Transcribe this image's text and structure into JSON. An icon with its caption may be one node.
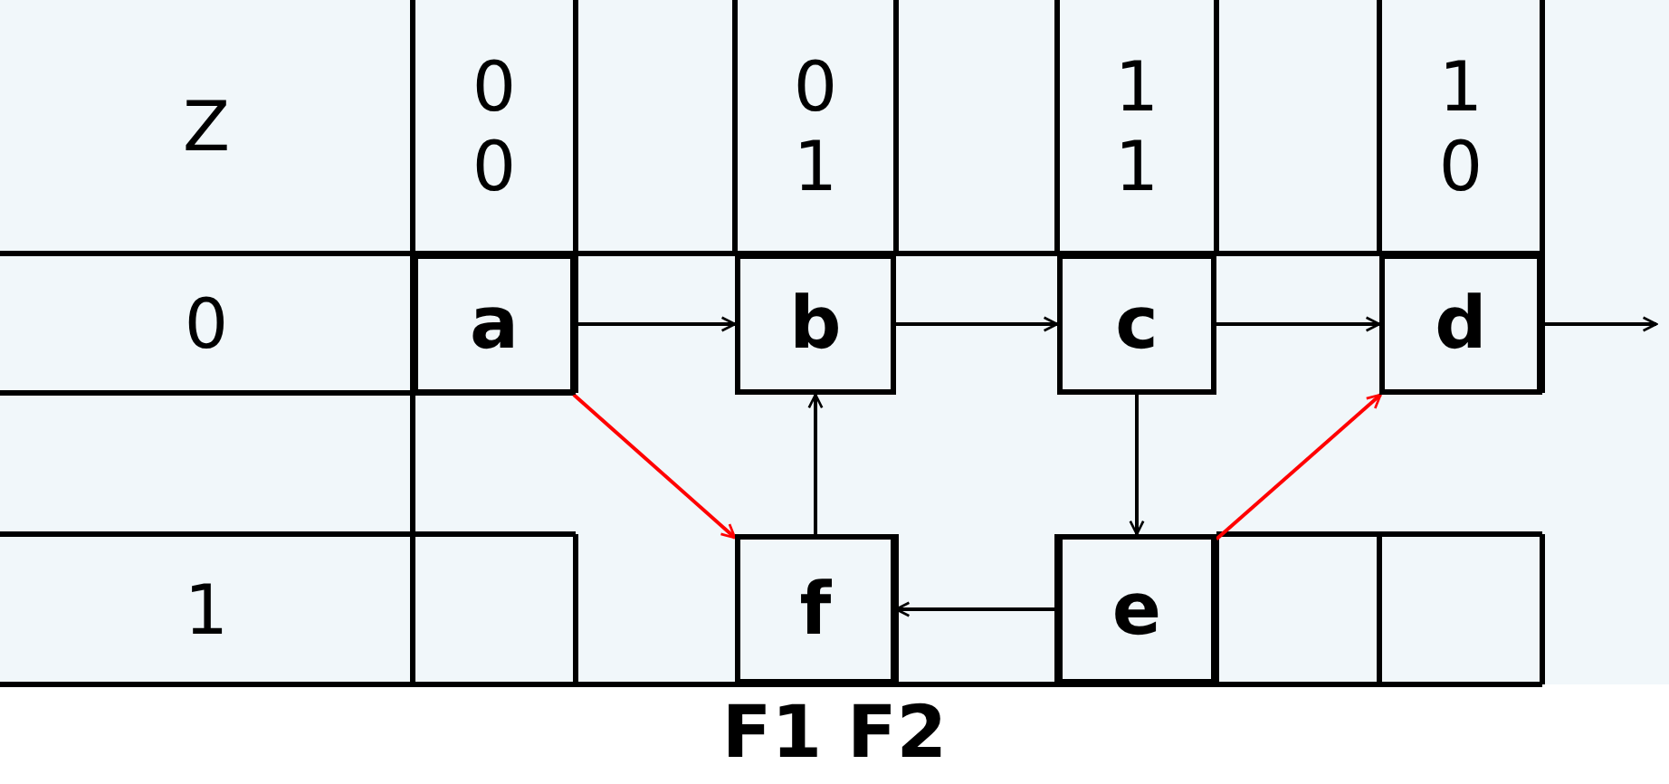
{
  "diagram": {
    "caption": "F1 F2",
    "nodes": [
      {
        "text": [
          "a"
        ]
      },
      {
        "text": [
          "b"
        ]
      },
      {
        "text": [
          "c"
        ]
      },
      {
        "text": [
          "d"
        ]
      },
      {
        "text": [
          "f"
        ]
      },
      {
        "text": [
          "e"
        ]
      }
    ],
    "edges": [
      {
        "from": 0,
        "to": 1,
        "arrow": "to"
      },
      {
        "from": 1,
        "to": 2,
        "arrow": "to"
      },
      {
        "from": 2,
        "to": 3,
        "arrow": "to"
      },
      {
        "from": 3,
        "to": null,
        "arrow": "to"
      },
      {
        "from": 0,
        "to": 4,
        "arrow": "to",
        "color": "#ff0000"
      },
      {
        "from": 4,
        "to": 1,
        "arrow": "to"
      },
      {
        "from": 2,
        "to": 5,
        "arrow": "to"
      },
      {
        "from": 5,
        "to": 4,
        "arrow": "to"
      },
      {
        "from": 5,
        "to": 3,
        "arrow": "to",
        "color": "#ff0000"
      }
    ],
    "labels": [
      "Z",
      "0 0",
      "0 1",
      "1 1",
      "1 0",
      "0",
      "1"
    ]
  }
}
